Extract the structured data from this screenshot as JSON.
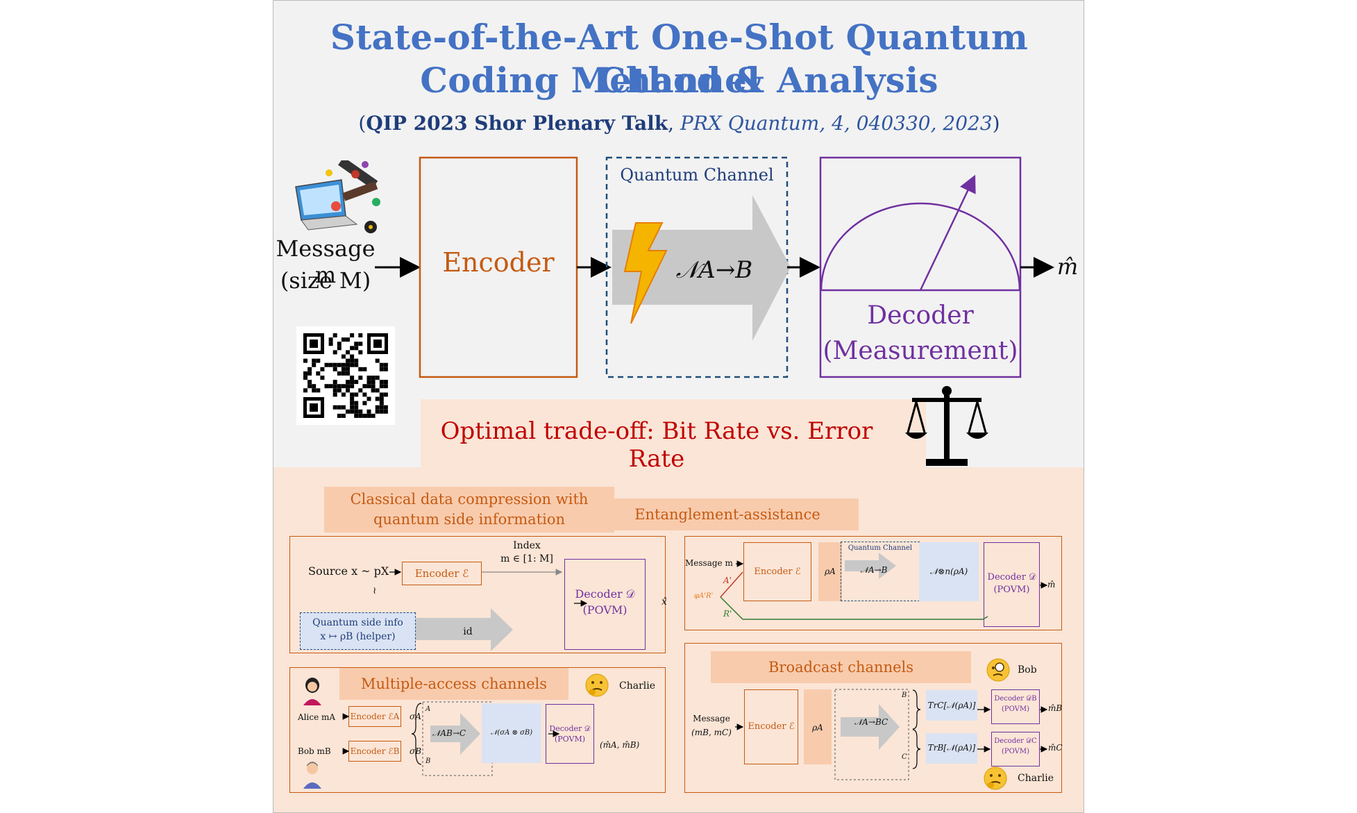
{
  "title": {
    "line1": "State-of-the-Art One-Shot Quantum Channel",
    "line2": "Coding Method & Analysis"
  },
  "subtitle": {
    "open": "(",
    "venue": "QIP 2023 Shor Plenary Talk",
    "sep": ", ",
    "journal": "PRX Quantum, 4, 040330, 2023",
    "close": ")"
  },
  "main_diagram": {
    "message_label": "Message m",
    "size_label": "(size M)",
    "encoder": "Encoder",
    "channel_label": "Quantum Channel",
    "channel_symbol": "𝒩A→B",
    "decoder": "Decoder",
    "decoder_sub": "(Measurement)",
    "output": "m̂"
  },
  "tradeoff": "Optimal trade-off: Bit Rate vs. Error Rate",
  "panels": {
    "compression": {
      "tag_line1": "Classical data compression with",
      "tag_line2": "quantum side information",
      "source": "Source x ~ pX",
      "tilde": "≀",
      "encoder": "Encoder ℰ",
      "index": "Index",
      "index_range": "m ∈ [1: M]",
      "side_info": "Quantum side info",
      "side_map": "x ↦ ρB (helper)",
      "id": "id",
      "decoder": "Decoder 𝒟",
      "povm": "(POVM)",
      "output": "x̂"
    },
    "entanglement": {
      "tag": "Entanglement-assistance",
      "message": "Message m",
      "encoder": "Encoder ℰ",
      "rho": "ρA",
      "channel_label": "Quantum Channel",
      "channel": "𝒩A→B",
      "tensor": "𝒩⊗n(ρA)",
      "decoder": "Decoder 𝒟",
      "povm": "(POVM)",
      "output": "m̂",
      "phi": "φA'R'",
      "a_prime": "A'",
      "r_prime": "R'"
    },
    "mac": {
      "tag": "Multiple-access channels",
      "charlie": "Charlie",
      "alice": "Alice mA",
      "bob": "Bob mB",
      "enc_a": "Encoder ℰA",
      "enc_b": "Encoder ℰB",
      "sigma_a": "σA",
      "sigma_b": "σB",
      "label_a": "A",
      "label_b": "B",
      "channel": "𝒩AB→C",
      "tensor": "𝒩(σA ⊗ σB)",
      "decoder": "Decoder 𝒟",
      "povm": "(POVM)",
      "output": "(m̂A, m̂B)"
    },
    "broadcast": {
      "tag": "Broadcast channels",
      "bob": "Bob",
      "charlie": "Charlie",
      "message": "Message",
      "message_pair": "(mB, mC)",
      "encoder": "Encoder ℰ",
      "rho": "ρA",
      "channel": "𝒩A→BC",
      "label_b": "B",
      "label_c": "C",
      "trace_c": "TrC[𝒩(ρA)]",
      "trace_b": "TrB[𝒩(ρA)]",
      "dec_b": "Decoder 𝒟B",
      "dec_c": "Decoder 𝒟C",
      "povm": "(POVM)",
      "out_b": "m̂B",
      "out_c": "m̂C"
    }
  },
  "colors": {
    "title": "#4472c4",
    "encoder": "#c55a11",
    "decoder": "#7030a0",
    "channel_box": "#1f4e79",
    "tradeoff_text": "#c00000",
    "panel_bg": "#fbe5d6",
    "tag_bg": "#f8cbad"
  }
}
